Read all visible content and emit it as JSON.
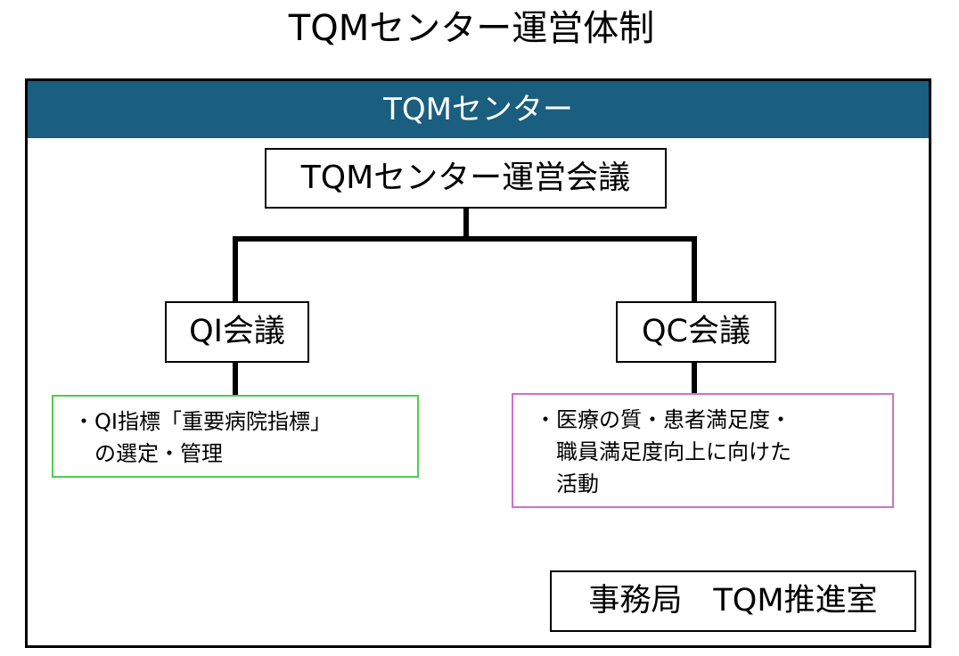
{
  "title": "TQMセンター運営体制",
  "center": {
    "header": "TQMセンター",
    "header_color": "#1a5e80"
  },
  "meeting": {
    "label": "TQMセンター運営会議"
  },
  "qi": {
    "label": "QI会議",
    "note_lines": [
      "・QI指標「重要病院指標」",
      "の選定・管理"
    ],
    "note_border_color": "#4cd04c"
  },
  "qc": {
    "label": "QC会議",
    "note_lines": [
      "・医療の質・患者満足度・",
      "職員満足度向上に向けた",
      "活動"
    ],
    "note_border_color": "#d070cc"
  },
  "office": {
    "label": "事務局　TQM推進室"
  }
}
